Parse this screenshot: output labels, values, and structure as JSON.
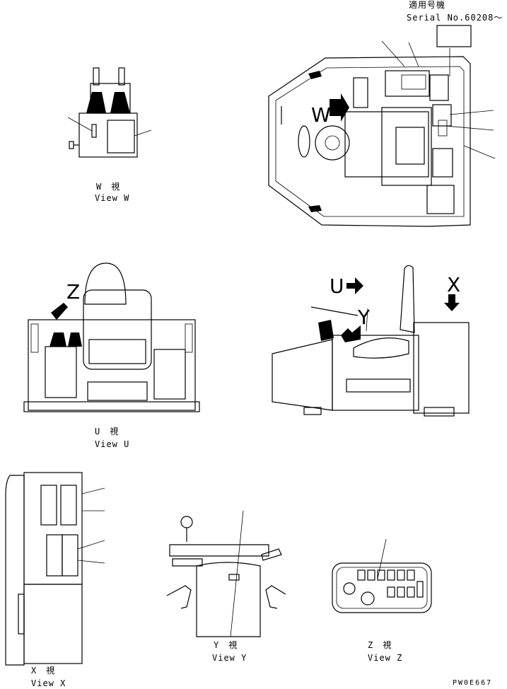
{
  "header": {
    "applicable_label_jp": "適用号機",
    "serial_label": "Serial No.60208～"
  },
  "views": {
    "w": {
      "jp": "W　視",
      "en": "View W"
    },
    "u": {
      "jp": "U　視",
      "en": "View U"
    },
    "x": {
      "jp": "X　視",
      "en": "View X"
    },
    "y": {
      "jp": "Y　視",
      "en": "View Y"
    },
    "z": {
      "jp": "Z　視",
      "en": "View Z"
    }
  },
  "arrow_letters": {
    "w": "W",
    "u": "U",
    "x": "X",
    "y": "Y",
    "z": "Z"
  },
  "footer": {
    "drawing_code": "PW0E667"
  }
}
